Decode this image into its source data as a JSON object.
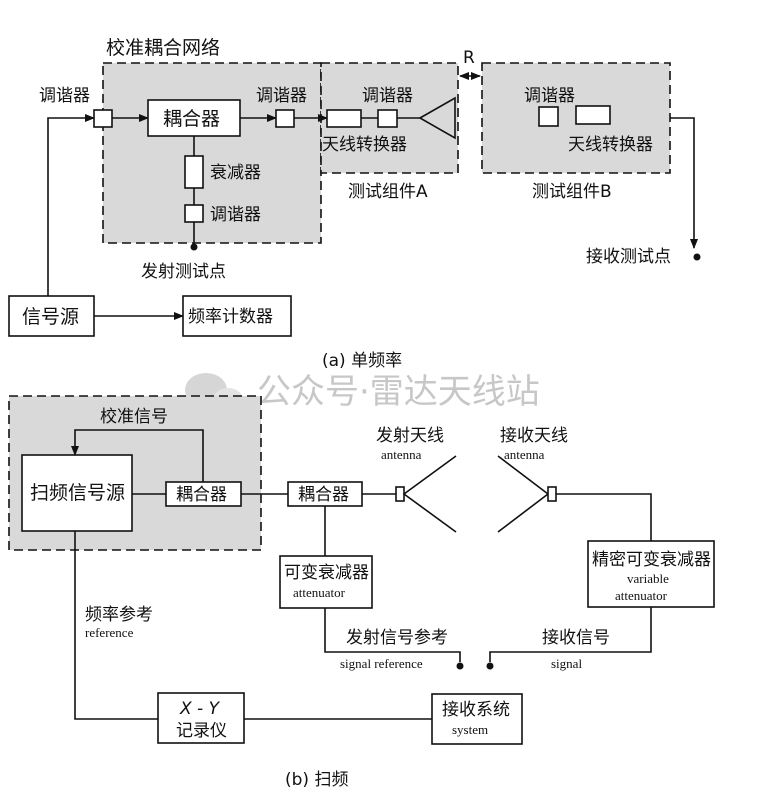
{
  "part_a": {
    "group_title": "校准耦合网络",
    "tuner_left": "调谐器",
    "coupler": "耦合器",
    "tuner_right": "调谐器",
    "attenuator": "衰减器",
    "tuner_bottom": "调谐器",
    "transmit_test_point": "发射测试点",
    "module_a_tuner": "调谐器",
    "module_a_switch": "天线转换器",
    "module_a_label": "测试组件A",
    "separation": "R",
    "module_b_tuner": "调谐器",
    "module_b_switch": "天线转换器",
    "module_b_label": "测试组件B",
    "receive_test_point": "接收测试点",
    "signal_source": "信号源",
    "frequency_counter": "频率计数器",
    "caption": "(a) 单频率"
  },
  "watermark": "公众号·雷达天线站",
  "part_b": {
    "calibration_signal": "校准信号",
    "sweep_source": "扫频信号源",
    "coupler_inner": "耦合器",
    "coupler_outer": "耦合器",
    "tx_antenna_cn": "发射天线",
    "tx_antenna_en": "antenna",
    "rx_antenna_cn": "接收天线",
    "rx_antenna_en": "antenna",
    "var_atten_cn": "可变衰减器",
    "var_atten_en": "attenuator",
    "prec_atten_cn": "精密可变衰减器",
    "prec_atten_en1": "variable",
    "prec_atten_en2": "attenuator",
    "freq_ref_cn": "频率参考",
    "freq_ref_en": "reference",
    "tx_ref_cn": "发射信号参考",
    "tx_ref_en": "signal reference",
    "rx_signal_cn": "接收信号",
    "rx_signal_en": "signal",
    "xy_recorder_line1": "X - Y",
    "xy_recorder_line2": "记录仪",
    "rx_system_cn": "接收系统",
    "rx_system_en": "system",
    "caption": "(b) 扫频"
  }
}
